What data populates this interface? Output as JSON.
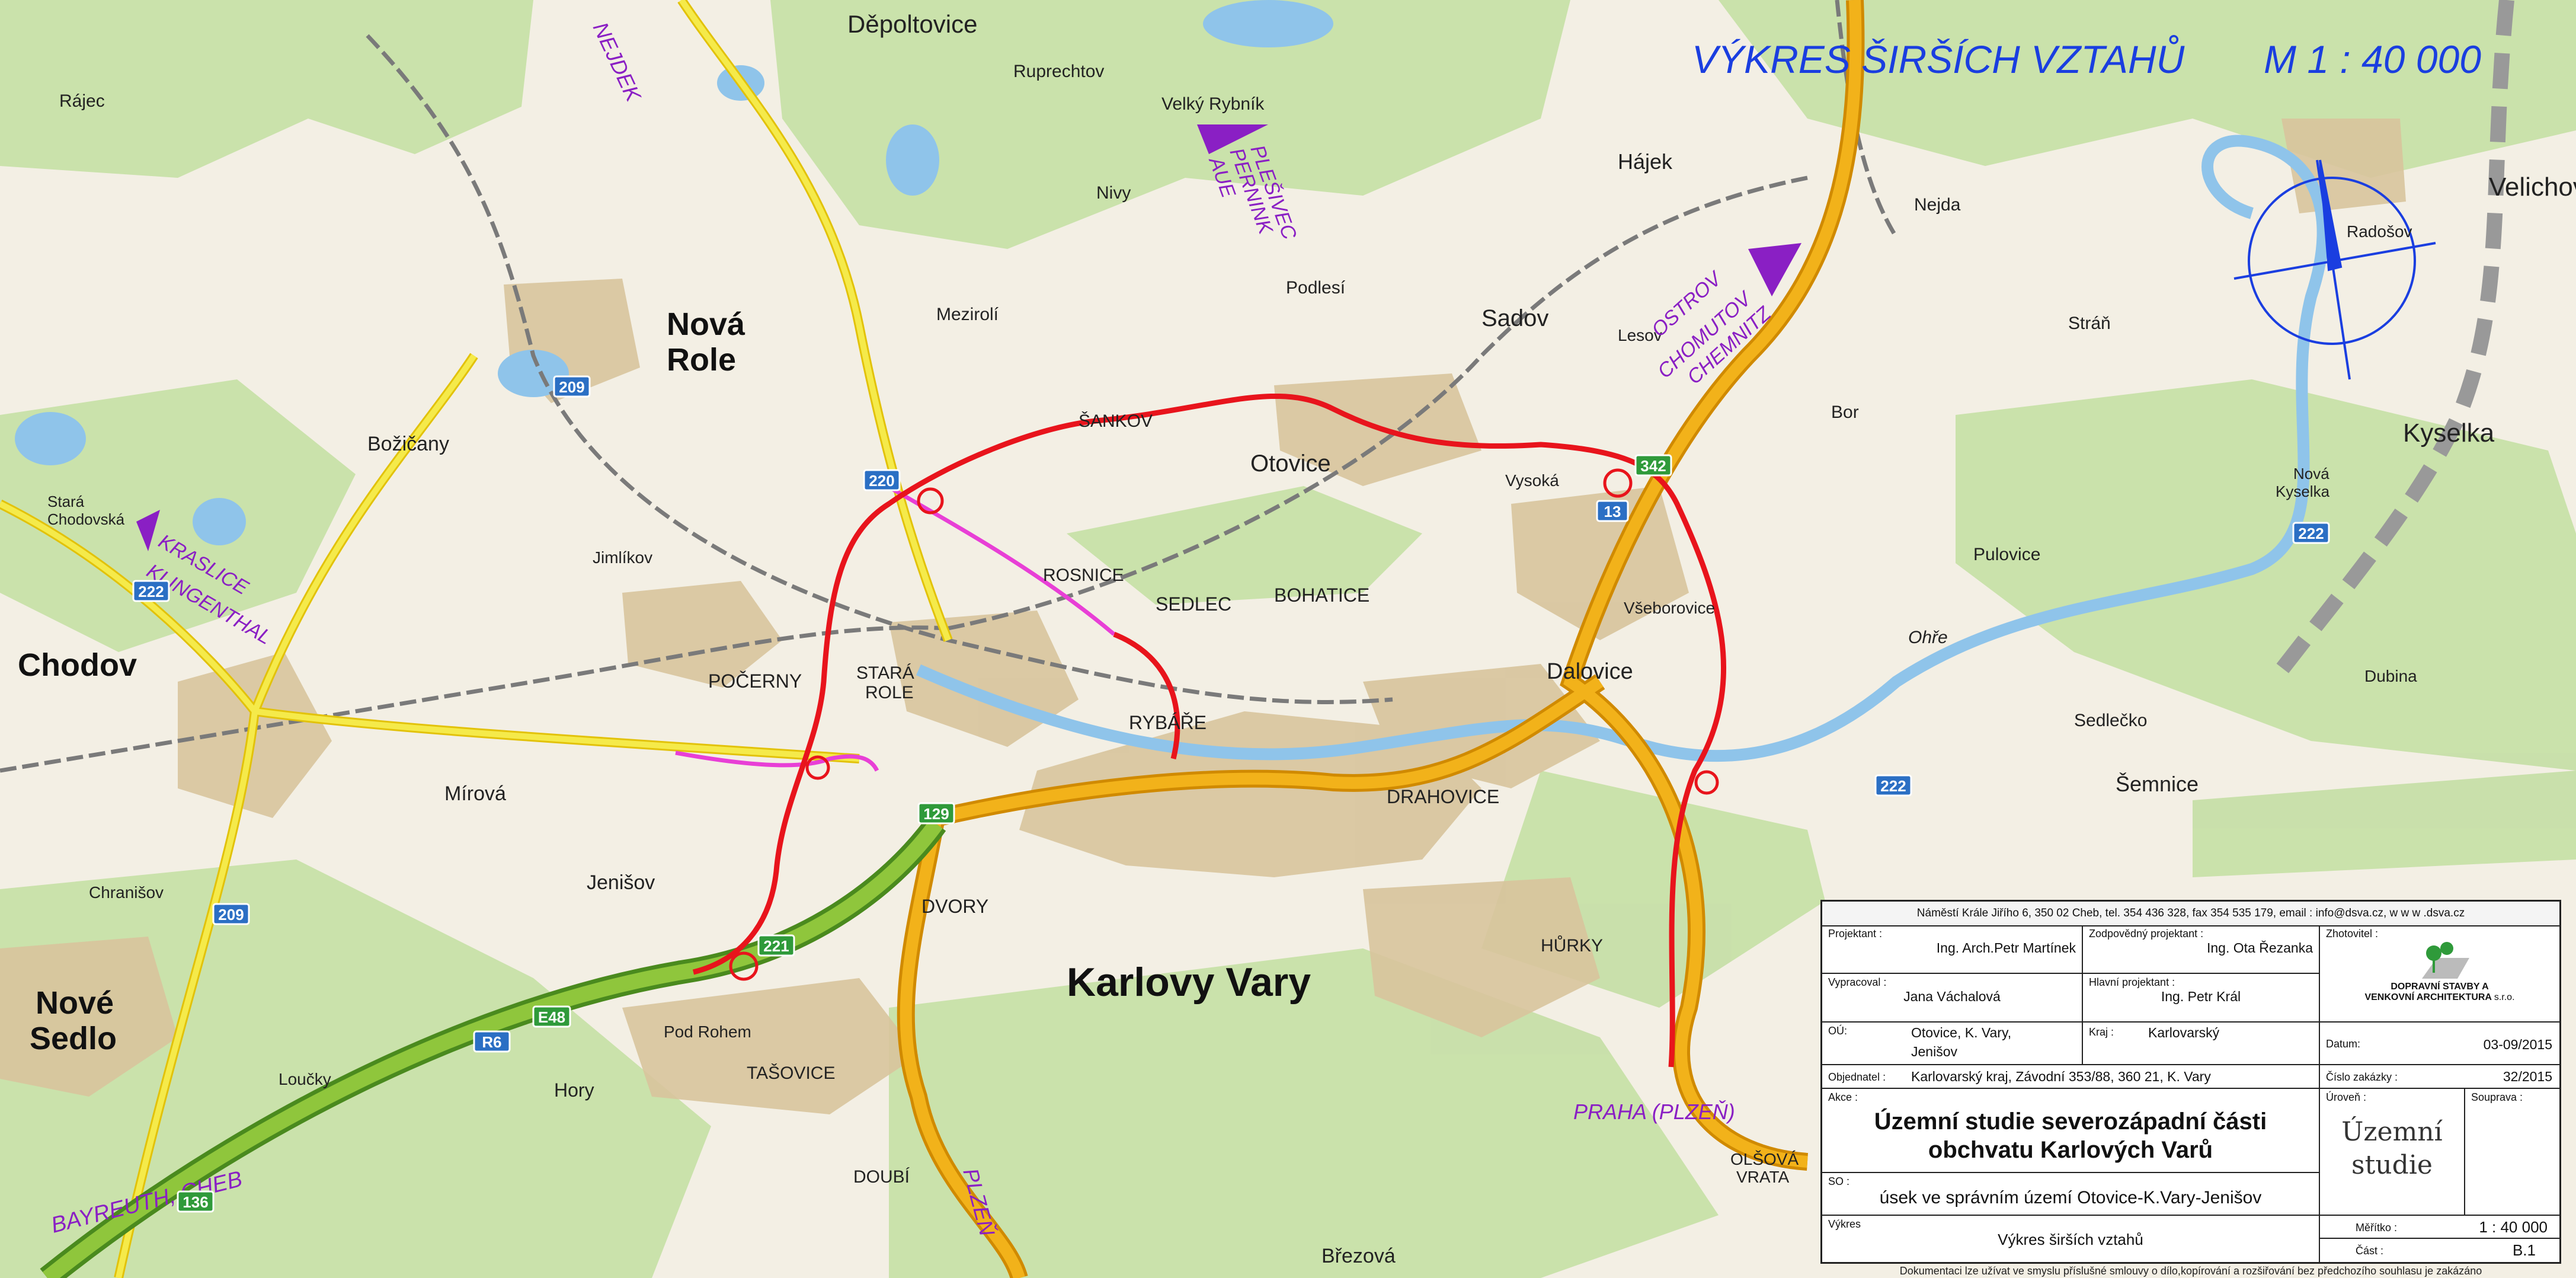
{
  "drawing": {
    "title": "VÝKRES ŠIRŠÍCH VZTAHŮ",
    "scale": "M  1 : 40 000"
  },
  "colors": {
    "bypass_route": "#e8141c",
    "secondary_route": "#e83fd6",
    "motorway": "#f2b21a",
    "expressway": "#8fc63c",
    "regional_road": "#f5ea4a",
    "water": "#8fc4ea",
    "forest": "#c7e0a8",
    "urban": "#d8c49c",
    "railway": "#7a7a7a",
    "direction_text": "#8a1fc4",
    "drawing_title": "#1a3ee0"
  },
  "places": {
    "karlovy_vary": "Karlovy Vary",
    "chodov": "Chodov",
    "nova_role_1": "Nová",
    "nova_role_2": "Role",
    "nove_sedlo_1": "Nové",
    "nove_sedlo_2": "Sedlo",
    "kyselka": "Kyselka",
    "velichov": "Velichov",
    "depoltovice": "Děpoltovice",
    "rajec": "Rájec",
    "ruprechtov": "Ruprechtov",
    "velky_rybnik": "Velký Rybník",
    "nivy": "Nivy",
    "hajek": "Hájek",
    "nejda": "Nejda",
    "radosov": "Radošov",
    "mezirolí": "Mezirolí",
    "podlesi": "Podlesí",
    "sadov": "Sadov",
    "lesov": "Lesov",
    "straz": "Stráň",
    "bozicany": "Božičany",
    "sankov": "ŠANKOV",
    "otovice": "Otovice",
    "vysoka": "Vysoká",
    "bor": "Bor",
    "stara_chodovska_1": "Stará",
    "stara_chodovska_2": "Chodovská",
    "jimlikov": "Jimlíkov",
    "rosnice": "ROSNICE",
    "sedlec": "SEDLEC",
    "bohatice": "BOHATICE",
    "vseborovice": "Všeborovice",
    "pulovice": "Pulovice",
    "nova_kyselka_1": "Nová",
    "nova_kyselka_2": "Kyselka",
    "pocerny": "POČERNY",
    "stara_role_1": "STARÁ",
    "stara_role_2": "ROLE",
    "rybare": "RYBÁŘE",
    "dalovice": "Dalovice",
    "ohre": "Ohře",
    "dubina": "Dubina",
    "sedlecko": "Sedlečko",
    "mirova": "Mírová",
    "drahovice": "DRAHOVICE",
    "semnice": "Šemnice",
    "chranisov": "Chranišov",
    "jenisov": "Jenišov",
    "dvory": "DVORY",
    "hurky": "HŮRKY",
    "loucky": "Loučky",
    "pod_rohem": "Pod Rohem",
    "tasovice": "TAŠOVICE",
    "hory": "Hory",
    "olsova_vrata_1": "OLŠOVÁ",
    "olsova_vrata_2": "VRATA",
    "doubi": "DOUBÍ",
    "brezova": "Březová"
  },
  "directions": {
    "nejdek": "NEJDEK",
    "plesivec_1": "PLEŠIVEC",
    "plesivec_2": "PERNINK",
    "plesivec_3": "AUE",
    "ostrov_1": "OSTROV",
    "ostrov_2": "CHOMUTOV",
    "ostrov_3": "CHEMNITZ",
    "kraslice_1": "KRASLICE",
    "kraslice_2": "KLINGENTHAL",
    "praha": "PRAHA (PLZEŇ)",
    "bayreuth": "BAYREUTH, CHEB",
    "plzen": "PLZEŇ"
  },
  "road_shields": {
    "r209a": "209",
    "r220": "220",
    "r222a": "222",
    "r222b": "222",
    "r222c": "222",
    "r209b": "209",
    "r129": "129",
    "r342": "342",
    "r13": "13",
    "r6": "R6",
    "e48": "E48",
    "r136": "136",
    "r221": "221"
  },
  "title_block": {
    "header": "Náměstí Krále Jiřího 6, 350 02 Cheb, tel. 354 436 328, fax 354 535 179, email : info@dsva.cz, w w w .dsva.cz",
    "projektant_label": "Projektant :",
    "projektant": "Ing. Arch.Petr Martínek",
    "zodp_label": "Zodpovědný projektant :",
    "zodp": "Ing. Ota Řezanka",
    "zhotovitel_label": "Zhotovitel :",
    "company_1": "DOPRAVNÍ STAVBY A",
    "company_2": "VENKOVNÍ ARCHITEKTURA",
    "company_suffix": "s.r.o.",
    "vypracoval_label": "Vypracoval :",
    "vypracoval": "Jana Váchalová",
    "hlavni_label": "Hlavní projektant :",
    "hlavni": "Ing. Petr Král",
    "ou_label": "OÚ:",
    "ou_1": "Otovice, K. Vary,",
    "ou_2": "Jenišov",
    "kraj_label": "Kraj :",
    "kraj": "Karlovarský",
    "datum_label": "Datum:",
    "datum": "03-09/2015",
    "objednatel_label": "Objednatel :",
    "objednatel": "Karlovarský kraj, Závodní 353/88, 360 21, K. Vary",
    "zakazka_label": "Číslo zakázky :",
    "zakazka": "32/2015",
    "akce_label": "Akce :",
    "akce_1": "Územní studie severozápadní části",
    "akce_2": "obchvatu Karlových Varů",
    "uroven_label": "Úroveň :",
    "uroven_1": "Územní",
    "uroven_2": "studie",
    "souprava_label": "Souprava :",
    "so_label": "SO :",
    "so": "úsek ve správním území  Otovice-K.Vary-Jenišov",
    "vykres_label": "Výkres",
    "vykres": "Výkres širších vztahů",
    "meritko_label": "Měřítko :",
    "meritko": "1 : 40 000",
    "cast_label": "Část :",
    "cast": "B.1",
    "footer": "Dokumentaci lze užívat ve smyslu příslušné smlouvy o dílo,kopírování a rozšiřování bez předchozího souhlasu je zakázáno"
  }
}
